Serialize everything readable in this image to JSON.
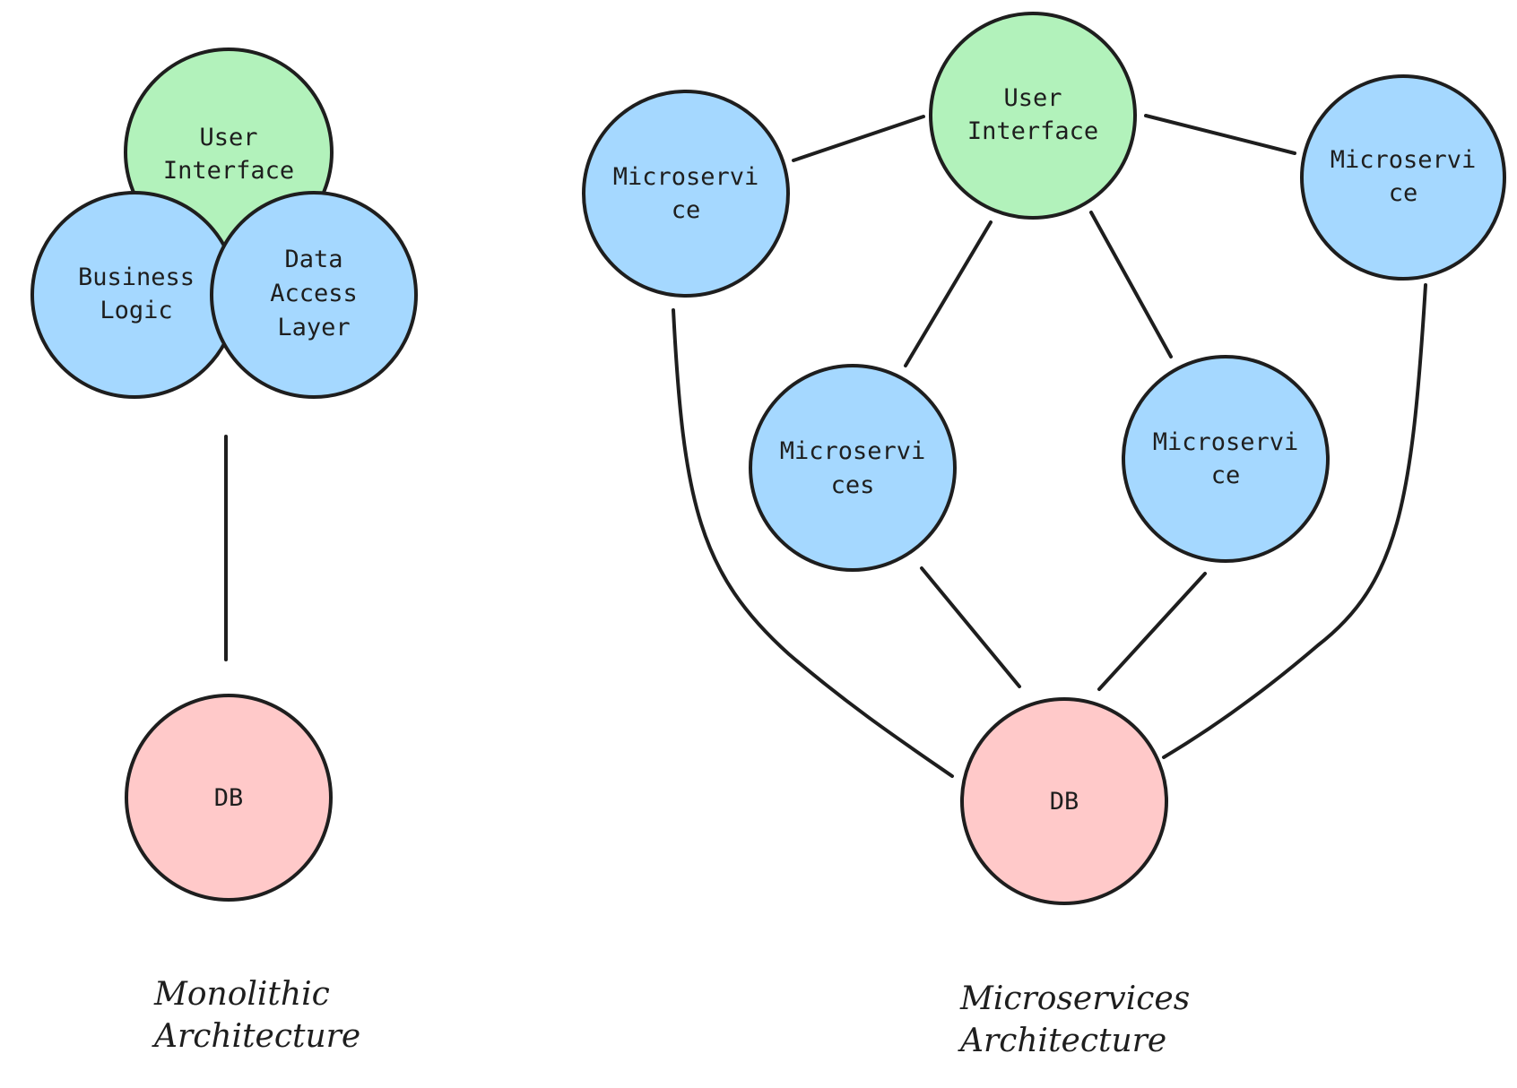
{
  "colors": {
    "ui_fill": "#b2f2bb",
    "service_fill": "#a5d8ff",
    "db_fill": "#ffc9c9",
    "stroke": "#1e1e1e"
  },
  "monolith": {
    "user_interface": [
      "User",
      "Interface"
    ],
    "business_logic": [
      "Business",
      "Logic"
    ],
    "data_access_layer": [
      "Data",
      "Access",
      "Layer"
    ],
    "db": [
      "DB"
    ],
    "caption": [
      "Monolithic",
      "Architecture"
    ]
  },
  "microservices": {
    "user_interface": [
      "User",
      "Interface"
    ],
    "service_top_left": [
      "Microservi",
      "ce"
    ],
    "service_top_right": [
      "Microservi",
      "ce"
    ],
    "service_mid_left": [
      "Microservi",
      "ces"
    ],
    "service_mid_right": [
      "Microservi",
      "ce"
    ],
    "db": [
      "DB"
    ],
    "caption": [
      "Microservices",
      "Architecture"
    ]
  }
}
